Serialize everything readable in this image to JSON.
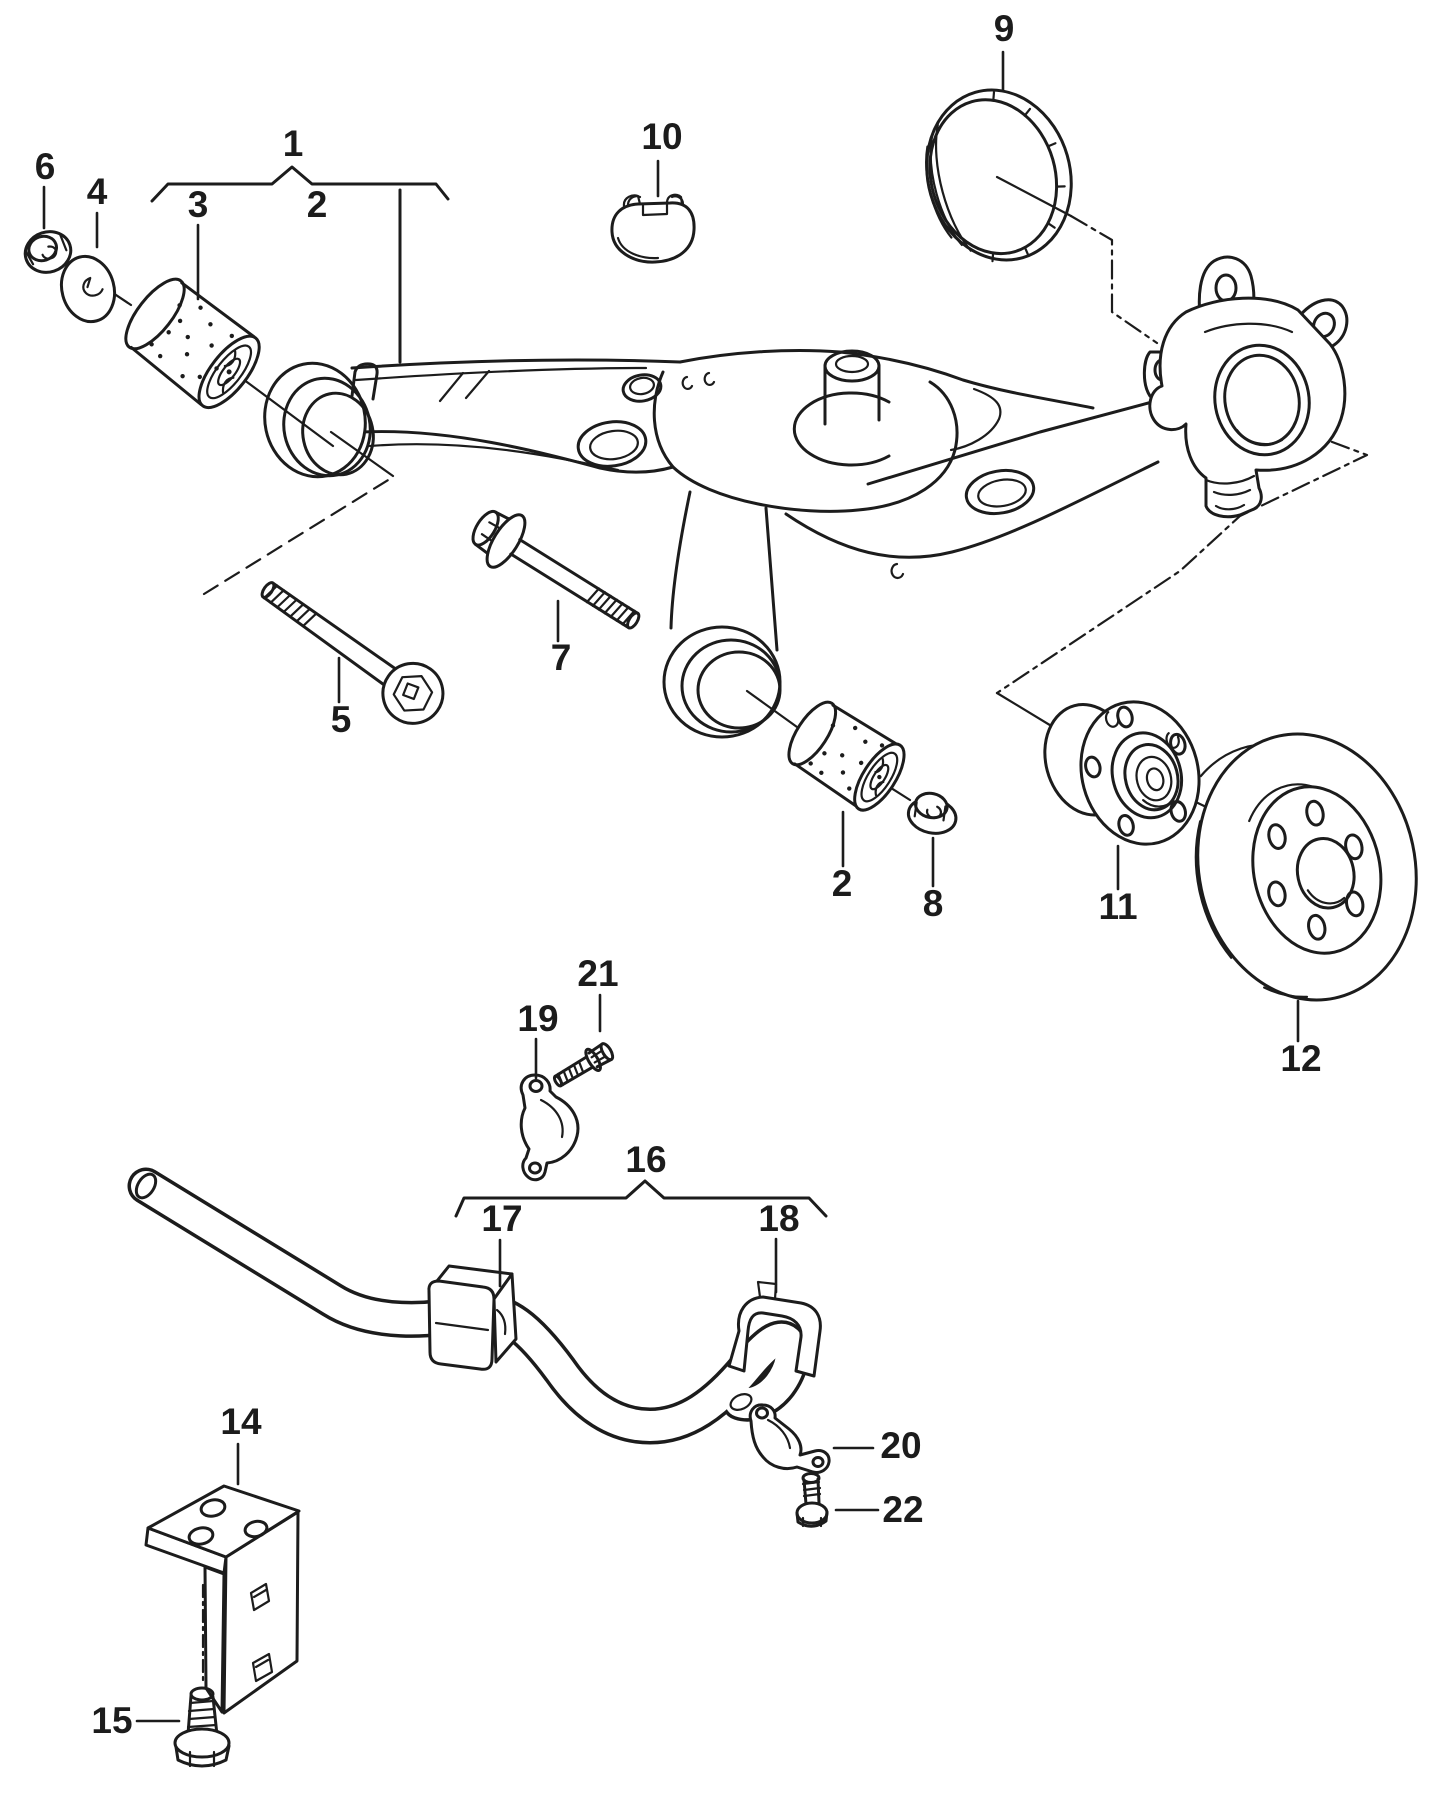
{
  "figure": {
    "kind": "exploded-parts-line-drawing",
    "subject": "rear axle beam with stabilizer bar and wheel hub",
    "colors": {
      "ink": "#1c1c1c",
      "paper": "#ffffff"
    }
  },
  "labels": {
    "n1": "1",
    "n2a": "2",
    "n2b": "2",
    "n3": "3",
    "n4": "4",
    "n5": "5",
    "n6": "6",
    "n7": "7",
    "n8": "8",
    "n9": "9",
    "n10": "10",
    "n11": "11",
    "n12": "12",
    "n14": "14",
    "n15": "15",
    "n16": "16",
    "n17": "17",
    "n18": "18",
    "n19": "19",
    "n20": "20",
    "n21": "21",
    "n22": "22"
  }
}
